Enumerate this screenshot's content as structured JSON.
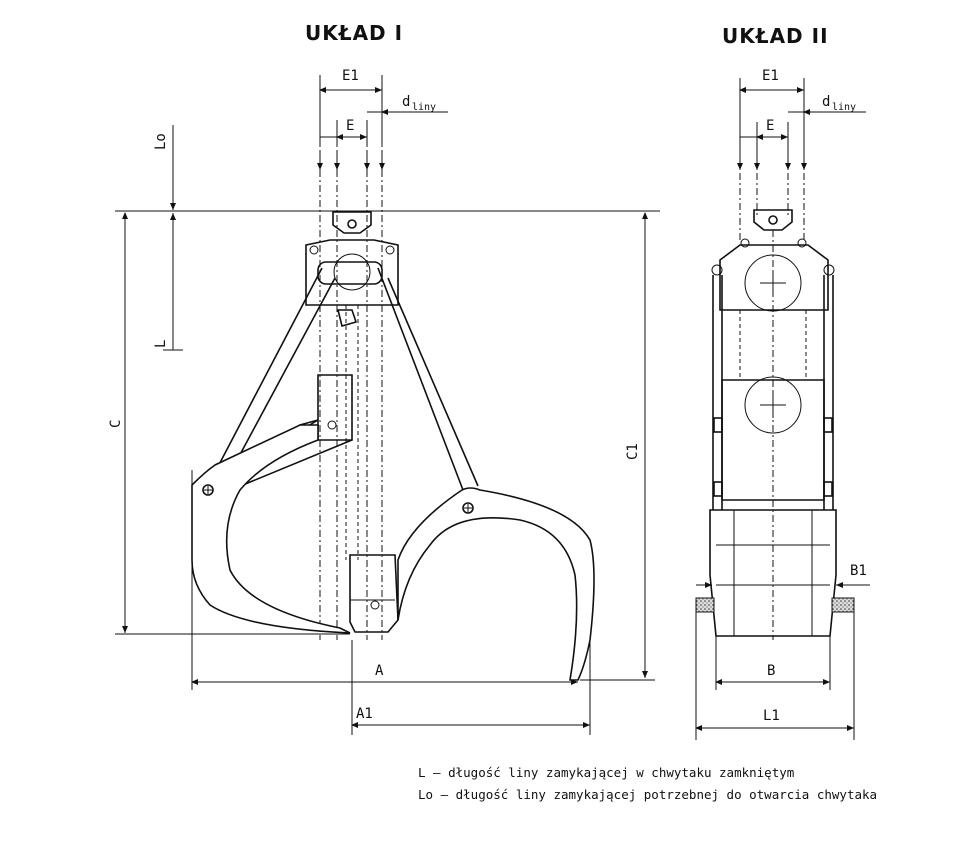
{
  "titles": {
    "left": "UKŁAD I",
    "right": "UKŁAD II"
  },
  "dimensions": {
    "e1": "E1",
    "e": "E",
    "d_main": "d",
    "d_sub": "liny",
    "lo": "Lo",
    "l": "L",
    "c": "C",
    "c1": "C1",
    "a": "A",
    "a1": "A1",
    "b": "B",
    "b1": "B1",
    "l1": "L1"
  },
  "legend": [
    "L – długość liny zamykającej w chwytaku zamkniętym",
    "Lo – długość liny zamykającej potrzebnej do otwarcia chwytaka"
  ]
}
